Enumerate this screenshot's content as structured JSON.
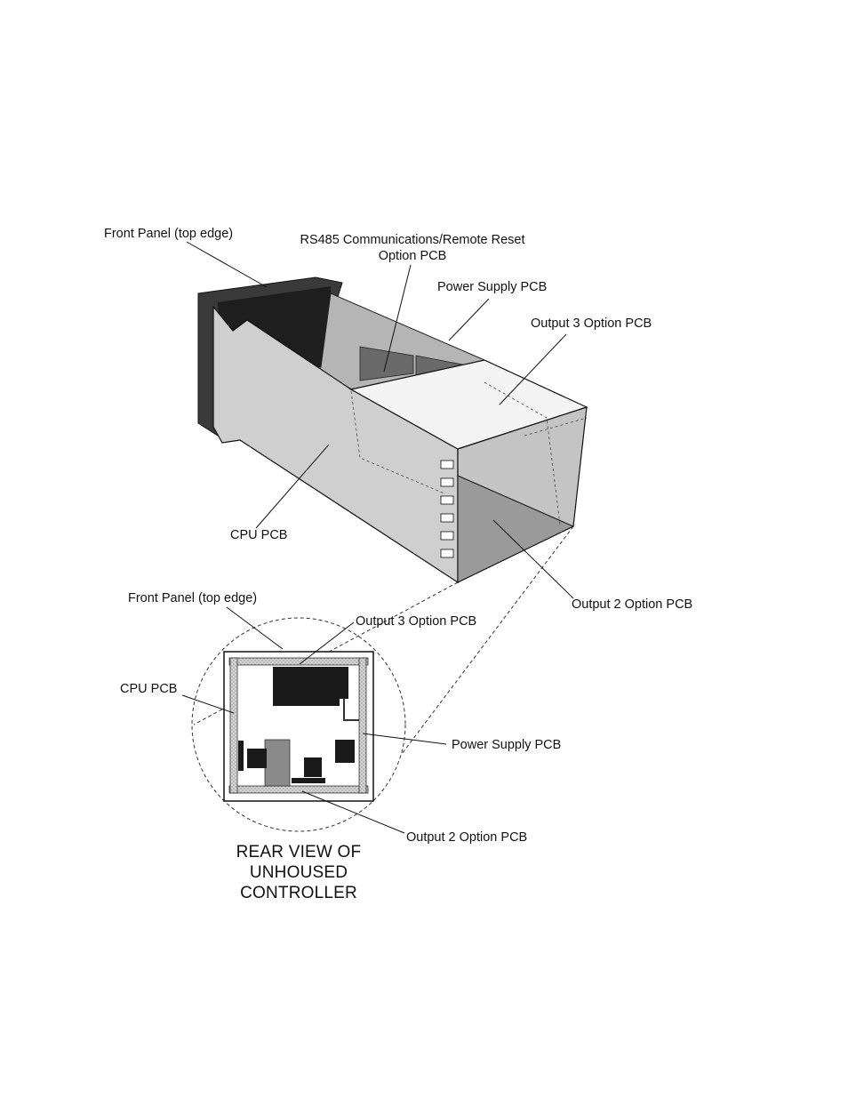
{
  "top_view": {
    "labels": {
      "front_panel": "Front Panel (top edge)",
      "rs485_line1": "RS485 Communications/Remote Reset",
      "rs485_line2": "Option PCB",
      "power_supply": "Power Supply PCB",
      "output3": "Output 3 Option PCB",
      "cpu": "CPU PCB",
      "output2": "Output 2 Option PCB"
    }
  },
  "rear_view": {
    "labels": {
      "front_panel": "Front Panel (top edge)",
      "output3": "Output 3 Option PCB",
      "cpu": "CPU PCB",
      "power_supply": "Power Supply PCB",
      "output2": "Output 2 Option PCB"
    },
    "title_lines": [
      "REAR VIEW OF",
      "UNHOUSED",
      "CONTROLLER"
    ]
  }
}
